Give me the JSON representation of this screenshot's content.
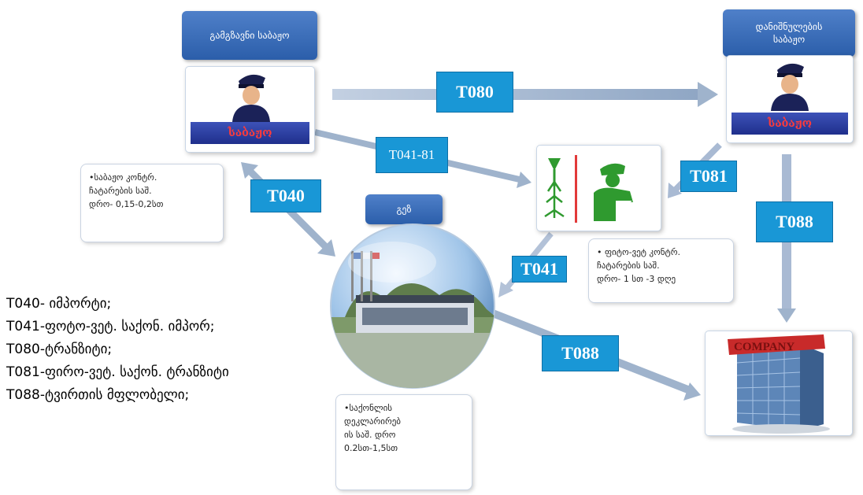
{
  "customs_left": {
    "header": "გამგზავნი საბაჟო",
    "badge": "საბაჟო"
  },
  "customs_right": {
    "header_line1": "დანიშნულების",
    "header_line2": "საბაჟო",
    "badge": "საბაჟო"
  },
  "warehouse": {
    "header": "გეზ"
  },
  "company": {
    "sign": "COMPANY"
  },
  "codes": {
    "t080": "T080",
    "t041_81": "T041-81",
    "t081": "T081",
    "t040": "T040",
    "t088_right": "T088",
    "t041": "T041",
    "t088_bottom": "T088"
  },
  "notes": {
    "customs_control": [
      "•საბაჟო კონტრ.",
      "ჩატარების საშ.",
      "დრო- 0,15-0,2სთ"
    ],
    "phyto_control": [
      "• ფიტო-ვეტ კონტრ.",
      "ჩატარების საშ.",
      "დრო- 1 სთ -3 დღე"
    ],
    "declaration": [
      "•საქონლის",
      "დეკლარირებ",
      "ის საშ. დრო",
      "0.2სთ-1,5სთ"
    ]
  },
  "legend": [
    "T040- იმპორტი;",
    "T041-ფოტო-ვეტ. საქონ. იმპორ;",
    "T080-ტრანზიტი;",
    "T081-ფირო-ვეტ. საქონ. ტრანზიტი",
    "T088-ტვირთის მფლობელი;"
  ],
  "colors": {
    "tag_blue": "#1997d6",
    "header_blue": "#3a6bb8",
    "arrow": "#9fb3cc",
    "badge_text_red": "#ff3b3b",
    "plant_green": "#2f9a2f"
  },
  "icons": {
    "customs_officer": "officer-icon",
    "phytosanitary": "phyto-vet-icon",
    "building": "company-building-icon",
    "globe": "warehouse-globe-icon"
  }
}
